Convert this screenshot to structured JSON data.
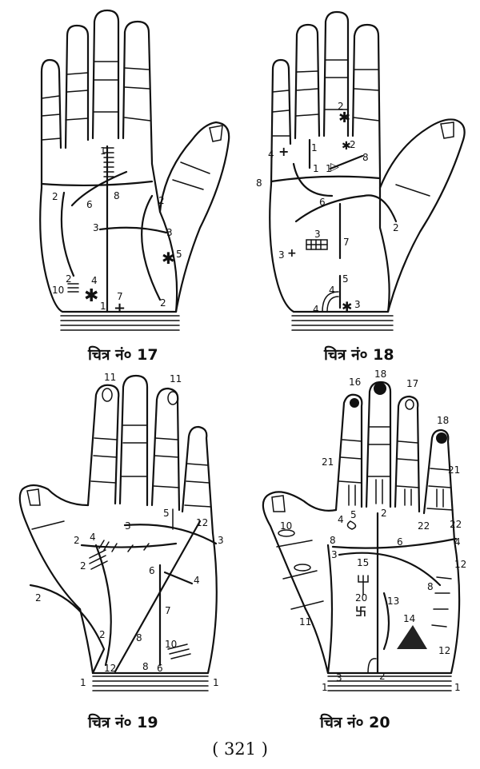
{
  "figures": [
    {
      "caption": "चित्र नं० 17",
      "labels": [
        "1",
        "2",
        "6",
        "8",
        "2",
        "3",
        "3",
        "5",
        "2",
        "4",
        "10",
        "7",
        "1",
        "2"
      ]
    },
    {
      "caption": "चित्र नं० 18",
      "labels": [
        "2",
        "2",
        "4",
        "1",
        "8",
        "1",
        "1",
        "8",
        "6",
        "2",
        "3",
        "7",
        "3",
        "5",
        "4",
        "4",
        "3"
      ]
    },
    {
      "caption": "चित्र नं० 19",
      "labels": [
        "11",
        "11",
        "5",
        "3",
        "12",
        "3",
        "4",
        "2",
        "2",
        "6",
        "4",
        "2",
        "7",
        "8",
        "10",
        "2",
        "12",
        "8",
        "6",
        "1",
        "1"
      ]
    },
    {
      "caption": "चित्र नं० 20",
      "labels": [
        "16",
        "18",
        "17",
        "18",
        "21",
        "21",
        "10",
        "4",
        "5",
        "22",
        "22",
        "8",
        "3",
        "6",
        "4",
        "2",
        "15",
        "12",
        "8",
        "20",
        "13",
        "11",
        "14",
        "12",
        "3",
        "2",
        "1",
        "1"
      ]
    }
  ],
  "page_number": "( 321 )"
}
